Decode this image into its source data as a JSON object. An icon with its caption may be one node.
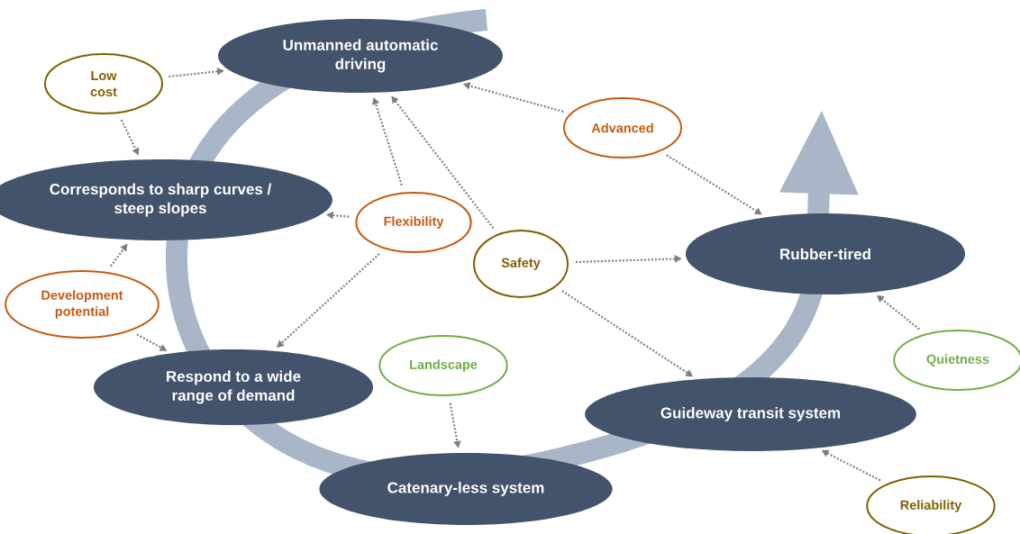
{
  "diagram": {
    "nodes": [
      {
        "text": [
          "Unmanned automatic driving"
        ]
      },
      {
        "text": [
          "Low cost"
        ]
      },
      {
        "text": [
          "Advanced"
        ]
      },
      {
        "text": [
          "Corresponds to sharp curves / steep slopes"
        ]
      },
      {
        "text": [
          "Flexibility"
        ]
      },
      {
        "text": [
          "Safety"
        ]
      },
      {
        "text": [
          "Rubber-tired"
        ]
      },
      {
        "text": [
          "Development potential"
        ]
      },
      {
        "text": [
          "Respond to a wide range of demand"
        ]
      },
      {
        "text": [
          "Landscape"
        ]
      },
      {
        "text": [
          "Quietness"
        ]
      },
      {
        "text": [
          "Guideway transit system"
        ]
      },
      {
        "text": [
          "Catenary-less system"
        ]
      },
      {
        "text": [
          "Reliability"
        ]
      }
    ],
    "edges": [
      {
        "from": 1,
        "to": 0,
        "arrow": "to"
      },
      {
        "from": 1,
        "to": 3,
        "arrow": "to"
      },
      {
        "from": 2,
        "to": 0,
        "arrow": "to"
      },
      {
        "from": 2,
        "to": 6,
        "arrow": "to"
      },
      {
        "from": 4,
        "to": 3,
        "arrow": "to"
      },
      {
        "from": 4,
        "to": 0,
        "arrow": "to"
      },
      {
        "from": 4,
        "to": 8,
        "arrow": "to"
      },
      {
        "from": 5,
        "to": 0,
        "arrow": "to"
      },
      {
        "from": 5,
        "to": 6,
        "arrow": "to"
      },
      {
        "from": 5,
        "to": 11,
        "arrow": "to"
      },
      {
        "from": 7,
        "to": 3,
        "arrow": "to"
      },
      {
        "from": 7,
        "to": 8,
        "arrow": "to"
      },
      {
        "from": 9,
        "to": 12,
        "arrow": "to"
      },
      {
        "from": 10,
        "to": 6,
        "arrow": "to"
      },
      {
        "from": 13,
        "to": 11,
        "arrow": "to"
      }
    ]
  }
}
